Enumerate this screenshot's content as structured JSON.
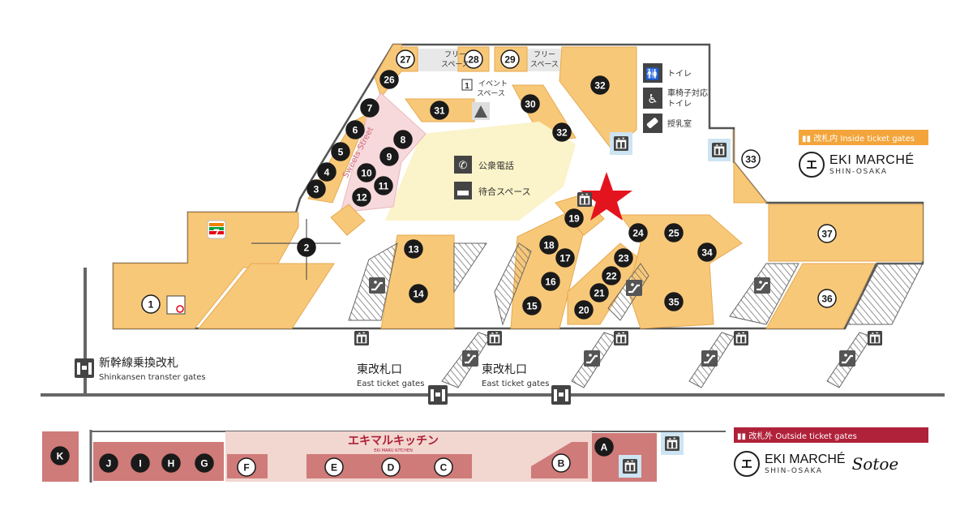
{
  "colors": {
    "shop": "#f8c879",
    "shop_outline": "#e6a94e",
    "aisle": "#ffffff",
    "wall": "#555555",
    "waiting_area": "#fbf3c9",
    "sweets": "#f7d9dc",
    "outside_shop": "#cf7b79",
    "outside_shop_dark": "#b55c5a",
    "maru_bg": "#f2d6d0",
    "inside_badge": "#f3a53b",
    "outside_badge": "#b0213a",
    "star": "#e4141e",
    "marker": "#1a1a1a",
    "seven_green": "#00a040",
    "seven_orange": "#f08000",
    "seven_red": "#e60012",
    "elevator_bg": "#cde4f2"
  },
  "shops_inside": [
    {
      "id": "1",
      "style": "white"
    },
    {
      "id": "2",
      "style": "dark"
    },
    {
      "id": "3",
      "style": "dark"
    },
    {
      "id": "4",
      "style": "dark"
    },
    {
      "id": "5",
      "style": "dark"
    },
    {
      "id": "6",
      "style": "dark"
    },
    {
      "id": "7",
      "style": "dark"
    },
    {
      "id": "8",
      "style": "dark"
    },
    {
      "id": "9",
      "style": "dark"
    },
    {
      "id": "10",
      "style": "dark"
    },
    {
      "id": "11",
      "style": "dark"
    },
    {
      "id": "12",
      "style": "dark"
    },
    {
      "id": "13",
      "style": "dark"
    },
    {
      "id": "14",
      "style": "dark"
    },
    {
      "id": "15",
      "style": "dark"
    },
    {
      "id": "16",
      "style": "dark"
    },
    {
      "id": "17",
      "style": "dark"
    },
    {
      "id": "18",
      "style": "dark"
    },
    {
      "id": "19",
      "style": "dark"
    },
    {
      "id": "20",
      "style": "dark"
    },
    {
      "id": "21",
      "style": "dark"
    },
    {
      "id": "22",
      "style": "dark"
    },
    {
      "id": "23",
      "style": "dark"
    },
    {
      "id": "24",
      "style": "dark"
    },
    {
      "id": "25",
      "style": "dark"
    },
    {
      "id": "26",
      "style": "dark"
    },
    {
      "id": "27",
      "style": "white"
    },
    {
      "id": "28",
      "style": "white"
    },
    {
      "id": "29",
      "style": "white"
    },
    {
      "id": "30",
      "style": "dark"
    },
    {
      "id": "31",
      "style": "dark"
    },
    {
      "id": "32",
      "style": "dark"
    },
    {
      "id": "32b",
      "label": "32",
      "style": "dark"
    },
    {
      "id": "33",
      "style": "white"
    },
    {
      "id": "34",
      "style": "dark"
    },
    {
      "id": "35",
      "style": "dark"
    },
    {
      "id": "36",
      "style": "white"
    },
    {
      "id": "37",
      "style": "white"
    }
  ],
  "shops_outside": [
    {
      "id": "K",
      "style": "dark"
    },
    {
      "id": "J",
      "style": "dark"
    },
    {
      "id": "I",
      "style": "dark"
    },
    {
      "id": "H",
      "style": "dark"
    },
    {
      "id": "G",
      "style": "dark"
    },
    {
      "id": "F",
      "style": "white"
    },
    {
      "id": "E",
      "style": "white"
    },
    {
      "id": "D",
      "style": "white"
    },
    {
      "id": "C",
      "style": "white"
    },
    {
      "id": "B",
      "style": "white"
    },
    {
      "id": "A",
      "style": "dark"
    }
  ],
  "labels": {
    "free_space_1": [
      "フリー",
      "スペース"
    ],
    "free_space_2": [
      "フリー",
      "スペース"
    ],
    "event_space_num": "1",
    "event_space": [
      "イベント",
      "スペース"
    ],
    "toilet": "トイレ",
    "wheelchair_toilet": [
      "車椅子対応",
      "トイレ"
    ],
    "nursing_room": "授乳室",
    "public_phone": "公衆電話",
    "waiting_space": "待合スペース",
    "sweets_street": "Sweets Street",
    "shinkansen_gate_jp": "新幹線乗換改札",
    "shinkansen_gate_en": "Shinkansen transter gates",
    "east_gate_1_jp": "東改札口",
    "east_gate_1_en": "East ticket gates",
    "east_gate_2_jp": "東改札口",
    "east_gate_2_en": "East ticket gates",
    "eki_maru_jp": "エキマルキッチン",
    "eki_maru_en": "EKI MARU KITCHEN"
  },
  "legend": {
    "inside_badge": "改札内 Inside ticket gates",
    "inside_brand": "EKI MARCHÉ",
    "inside_sub": "SHIN-OSAKA",
    "outside_badge": "改札外 Outside ticket gates",
    "outside_brand": "EKI MARCHÉ",
    "outside_sub": "SHIN-OSAKA",
    "outside_script": "Sotoe"
  },
  "icons": {
    "current_location": "star-icon",
    "elevator": "elevator-icon",
    "escalator": "escalator-icon",
    "gate": "ticket-gate-icon",
    "toilet": "toilet-icon",
    "wheelchair": "wheelchair-icon",
    "nursing": "baby-bottle-icon",
    "phone": "phone-icon",
    "seating": "waiting-seat-icon",
    "event_tent": "tent-icon",
    "convenience_store": "seven-eleven-icon",
    "no_smoking": "no-smoking-icon"
  }
}
